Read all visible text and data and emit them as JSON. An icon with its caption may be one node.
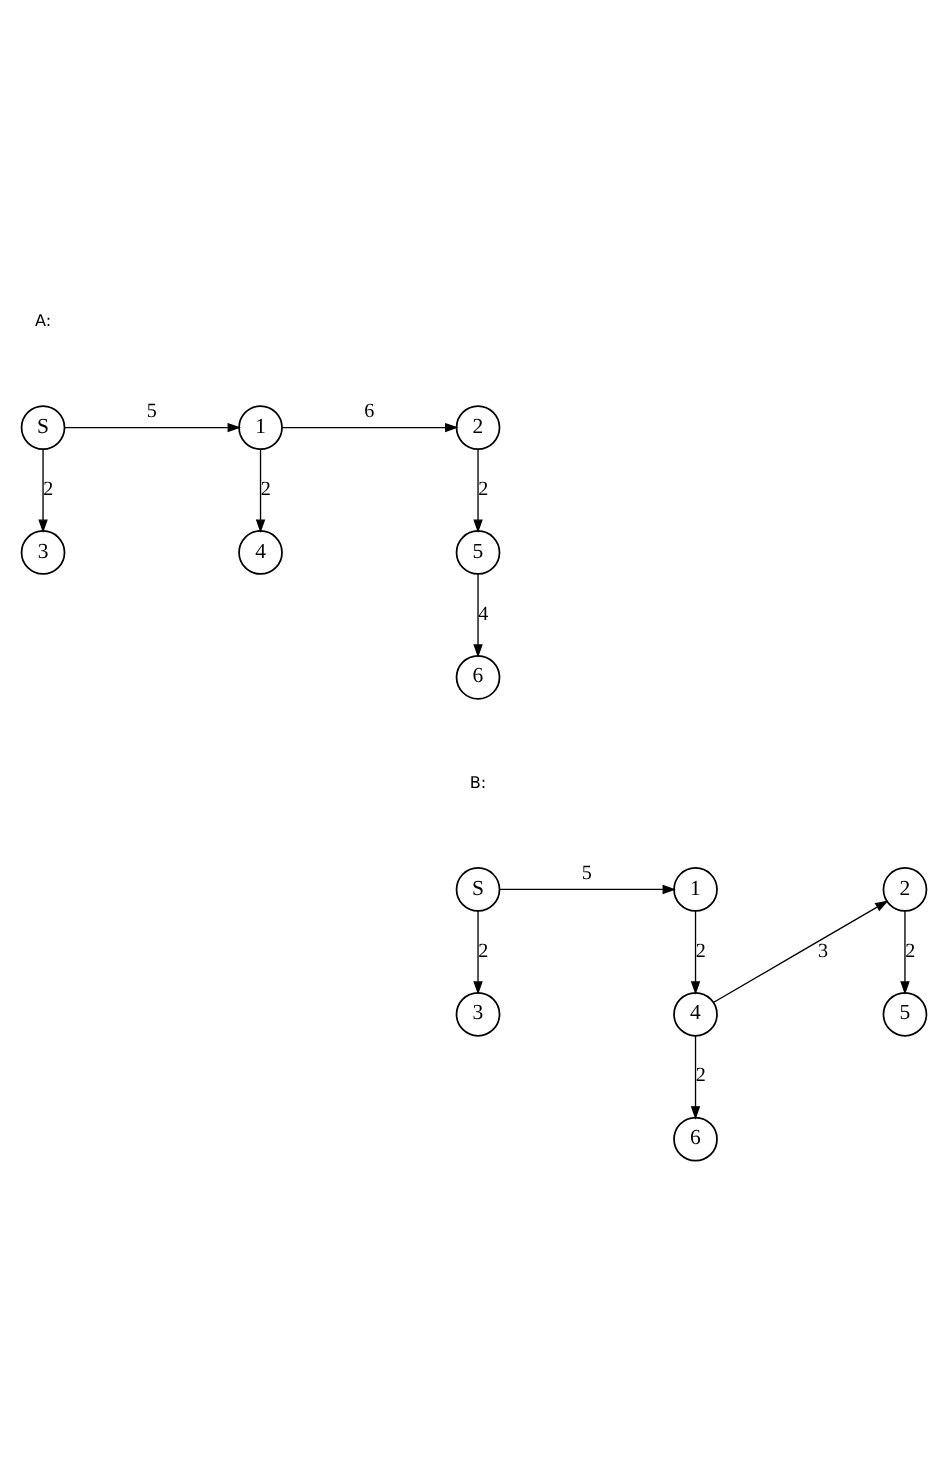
{
  "diagram": {
    "nodes": [
      {
        "text": [
          "S"
        ]
      },
      {
        "text": [
          "1"
        ]
      },
      {
        "text": [
          "2"
        ]
      },
      {
        "text": [
          "3"
        ]
      },
      {
        "text": [
          "4"
        ]
      },
      {
        "text": [
          "5"
        ]
      },
      {
        "text": [
          "6"
        ]
      },
      {
        "text": [
          "S"
        ]
      },
      {
        "text": [
          "1"
        ]
      },
      {
        "text": [
          "2"
        ]
      },
      {
        "text": [
          "3"
        ]
      },
      {
        "text": [
          "4"
        ]
      },
      {
        "text": [
          "5"
        ]
      },
      {
        "text": [
          "6"
        ]
      }
    ],
    "edges": [
      {
        "from": 0,
        "to": 1,
        "arrow": "to",
        "label": "5"
      },
      {
        "from": 1,
        "to": 2,
        "arrow": "to",
        "label": "6"
      },
      {
        "from": 0,
        "to": 3,
        "arrow": "to",
        "label": "2"
      },
      {
        "from": 1,
        "to": 4,
        "arrow": "to",
        "label": "2"
      },
      {
        "from": 2,
        "to": 5,
        "arrow": "to",
        "label": "2"
      },
      {
        "from": 5,
        "to": 6,
        "arrow": "to",
        "label": "4"
      },
      {
        "from": 7,
        "to": 8,
        "arrow": "to",
        "label": "5"
      },
      {
        "from": 7,
        "to": 10,
        "arrow": "to",
        "label": "2"
      },
      {
        "from": 8,
        "to": 11,
        "arrow": "to",
        "label": "2"
      },
      {
        "from": 11,
        "to": 9,
        "arrow": "to",
        "label": "3"
      },
      {
        "from": 9,
        "to": 12,
        "arrow": "to",
        "label": "2"
      },
      {
        "from": 11,
        "to": 13,
        "arrow": "to",
        "label": "2"
      }
    ],
    "labels": [
      "A:",
      "B:"
    ]
  }
}
